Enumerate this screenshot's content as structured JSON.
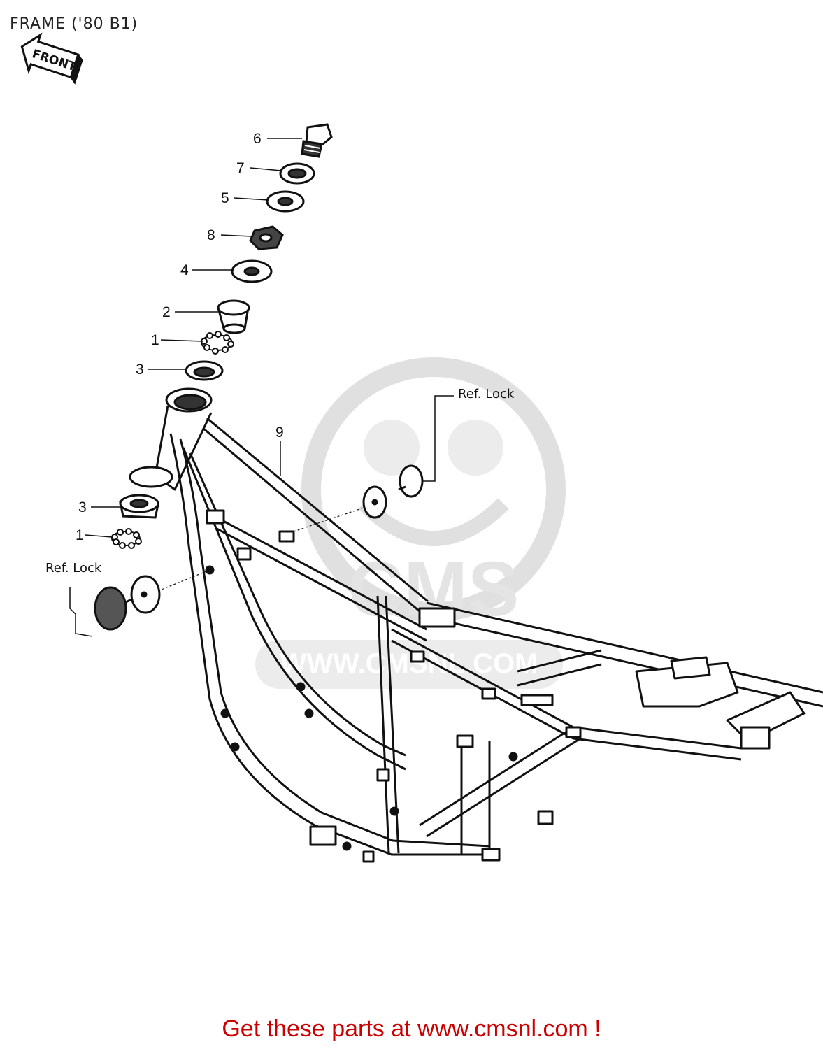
{
  "title": "FRAME ('80 B1)",
  "front_badge": "FRONT",
  "callouts": {
    "c6": "6",
    "c7": "7",
    "c5": "5",
    "c8": "8",
    "c4": "4",
    "c2": "2",
    "c1_top": "1",
    "c3_top": "3",
    "c9": "9",
    "c3_bottom": "3",
    "c1_bottom": "1"
  },
  "ref_lock_right": "Ref.  Lock",
  "ref_lock_left": "Ref.  Lock",
  "watermark": {
    "logo_text": "CMS",
    "url": "WWW.CMSNL.COM"
  },
  "footer_text": "Get these parts at www.cmsnl.com !",
  "colors": {
    "footer": "#cc0000",
    "line": "#111111",
    "watermark": "#e4e4e4"
  }
}
